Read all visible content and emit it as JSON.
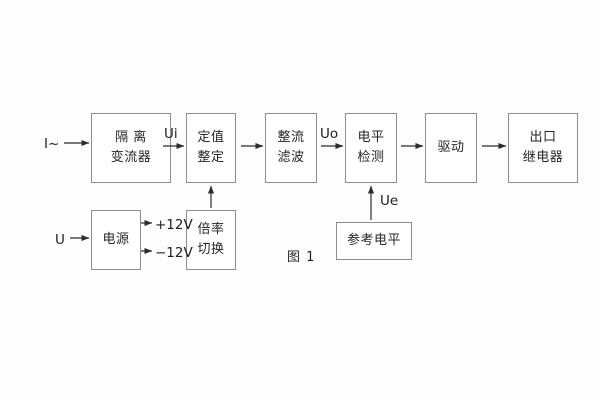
{
  "figure": {
    "caption": "图 1",
    "blocks": [
      {
        "id": "isolation-ct",
        "lines": [
          "隔 离",
          "变流器"
        ]
      },
      {
        "id": "setting-value",
        "lines": [
          "定值",
          "整定"
        ]
      },
      {
        "id": "rectify-filter",
        "lines": [
          "整流",
          "滤波"
        ]
      },
      {
        "id": "level-detect",
        "lines": [
          "电平",
          "检测"
        ]
      },
      {
        "id": "drive",
        "lines": [
          "驱动"
        ]
      },
      {
        "id": "output-relay",
        "lines": [
          "出口",
          "继电器"
        ]
      },
      {
        "id": "power-supply",
        "lines": [
          "电源"
        ]
      },
      {
        "id": "multiplier-switch",
        "lines": [
          "倍率",
          "切换"
        ]
      },
      {
        "id": "reference-level",
        "lines": [
          "参考电平"
        ]
      }
    ],
    "signals": {
      "input_current": "I~",
      "input_voltage": "U",
      "ui": "Ui",
      "uo": "Uo",
      "ue": "Ue",
      "rail_positive": "+12V",
      "rail_negative": "−12V"
    },
    "colors": {
      "box_border": "#8d8d8d",
      "line": "#2b2b2b",
      "text": "#262626",
      "background": "#fdfdfd"
    }
  }
}
